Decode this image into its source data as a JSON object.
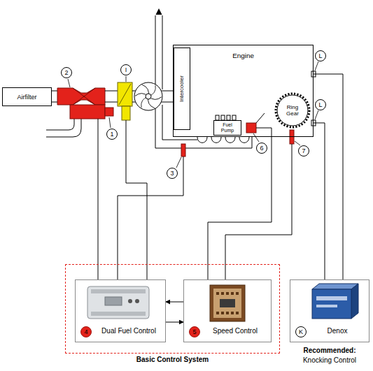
{
  "diagram": {
    "nodes": [
      {
        "text": [
          "Airfilter"
        ]
      },
      {
        "text": [
          "Engine"
        ]
      },
      {
        "text": [
          "Intercooler"
        ],
        "in": 1
      },
      {
        "text": [
          "Fuel Pump"
        ],
        "in": 1
      },
      {
        "text": [
          "Ring Gear"
        ],
        "in": 1
      },
      {
        "text": [
          "Basic Control System"
        ]
      },
      {
        "text": [
          "4",
          "Dual Fuel Control"
        ],
        "in": 5
      },
      {
        "text": [
          "5",
          "Speed Control"
        ],
        "in": 5
      },
      {
        "text": [
          "K",
          "Denox"
        ]
      }
    ],
    "edges": [
      {
        "from": 7,
        "to": 6,
        "arrow": "to"
      },
      {
        "from": 6,
        "to": 7,
        "arrow": "to"
      },
      {
        "from": 1,
        "to": 8,
        "arrow": "none"
      },
      {
        "from": 1,
        "to": 8,
        "arrow": "none"
      }
    ],
    "labels": [
      "2",
      "I",
      "L",
      "L",
      "1",
      "6",
      "7",
      "3",
      "Recommended:",
      "Knocking Control"
    ]
  }
}
